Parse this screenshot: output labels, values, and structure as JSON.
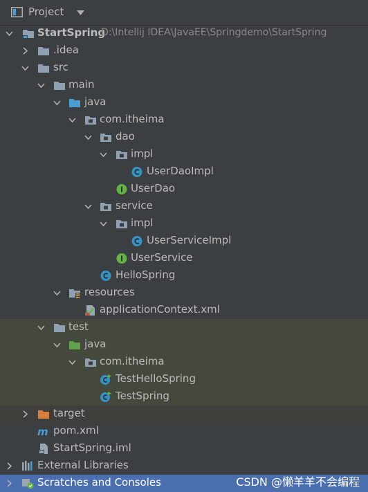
{
  "header": {
    "title": "Project"
  },
  "tree": {
    "root": {
      "label": "StartSpring",
      "path": "D:\\Intellij IDEA\\JavaEE\\Springdemo\\StartSpring"
    },
    "idea": "idea",
    "src": "src",
    "main": "main",
    "java_main": "java",
    "pkg_main": "com.itheima",
    "dao": "dao",
    "dao_impl": "impl",
    "user_dao_impl": "UserDaoImpl",
    "user_dao": "UserDao",
    "service": "service",
    "service_impl": "impl",
    "user_service_impl": "UserServiceImpl",
    "user_service": "UserService",
    "hello_spring": "HelloSpring",
    "resources": "resources",
    "app_context": "applicationContext.xml",
    "test": "test",
    "java_test": "java",
    "pkg_test": "com.itheima",
    "test_hello_spring": "TestHelloSpring",
    "test_spring": "TestSpring",
    "target": "target",
    "pom": "pom.xml",
    "iml": "StartSpring.iml",
    "external_libraries": "External Libraries",
    "scratches": "Scratches and Consoles"
  },
  "watermark": "CSDN @懒羊羊不会编程",
  "colors": {
    "background": "#3c3f41",
    "text": "#bbbbbb",
    "folder": "#8fa1b0",
    "source_folder": "#4a9ed1",
    "test_folder": "#62a14b",
    "excluded_folder": "#d97f3f",
    "class_icon": "#3592c4",
    "interface_icon": "#62b543",
    "selection": "#4b6eaf"
  }
}
